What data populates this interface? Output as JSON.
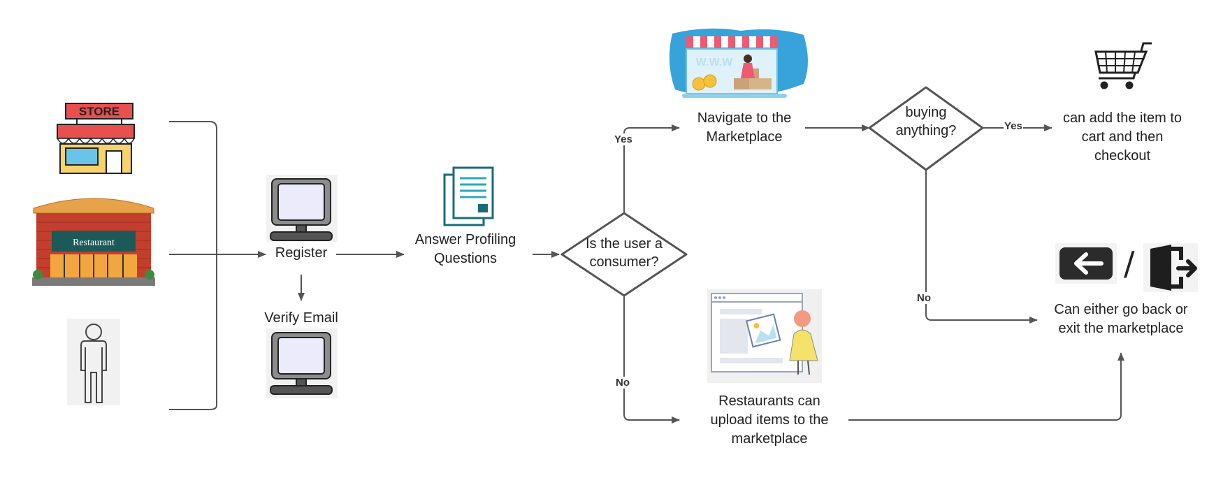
{
  "nodes": {
    "register": "Register",
    "verify_email": "Verify Email",
    "answer_profiling": "Answer Profiling Questions",
    "consumer_decision": "Is the user a consumer?",
    "marketplace": "Navigate to the Marketplace",
    "buying_decision": "buying anything?",
    "add_to_cart": "can add the item to cart and then checkout",
    "upload_items": "Restaurants can upload items to the marketplace",
    "exit": "Can either go back or exit the marketplace"
  },
  "edges": {
    "yes_consumer": "Yes",
    "no_consumer": "No",
    "yes_buying": "Yes",
    "no_buying": "No"
  },
  "images": {
    "store_sign": "STORE",
    "restaurant_sign": "Restaurant",
    "www": "W.W.W",
    "separator": "/"
  },
  "icons": [
    "store-icon",
    "restaurant-icon",
    "person-icon",
    "computer-icon",
    "document-icon",
    "marketplace-illustration",
    "shopping-cart-icon",
    "back-arrow-icon",
    "exit-door-icon",
    "upload-illustration"
  ],
  "colors": {
    "line": "#555555",
    "teal": "#1a6b7a",
    "dark": "#2b2b2b"
  }
}
